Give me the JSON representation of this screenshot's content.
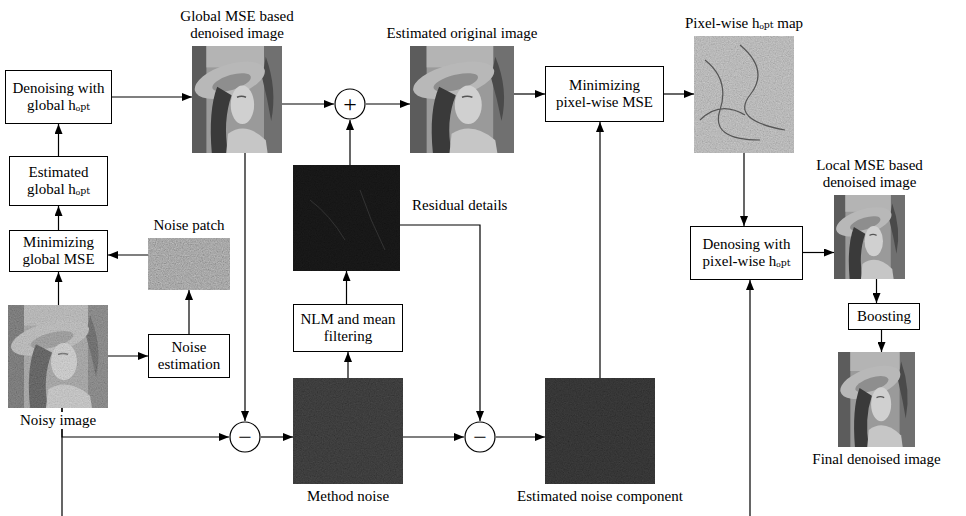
{
  "diagram": {
    "nodes": [
      {
        "text": [
          "Noisy image"
        ]
      },
      {
        "text": [
          "Noise estimation"
        ]
      },
      {
        "text": [
          "Noise patch"
        ]
      },
      {
        "text": [
          "Minimizing global MSE"
        ]
      },
      {
        "text": [
          "Estimated global hₒₚₜ"
        ]
      },
      {
        "text": [
          "Denoising with global hₒₚₜ"
        ]
      },
      {
        "text": [
          "Global MSE based denoised image"
        ]
      },
      {
        "text": [
          "+"
        ]
      },
      {
        "text": [
          "Estimated original image"
        ]
      },
      {
        "text": [
          "Residual details"
        ]
      },
      {
        "text": [
          "NLM and mean filtering"
        ]
      },
      {
        "text": [
          "−"
        ]
      },
      {
        "text": [
          "Method noise"
        ]
      },
      {
        "text": [
          "−"
        ]
      },
      {
        "text": [
          "Estimated noise component"
        ]
      },
      {
        "text": [
          "Minimizing pixel-wise MSE"
        ]
      },
      {
        "text": [
          "Pixel-wise hₒₚₜ map"
        ]
      },
      {
        "text": [
          "Denosing with pixel-wise hₒₚₜ"
        ]
      },
      {
        "text": [
          "Local MSE based denoised image"
        ]
      },
      {
        "text": [
          "Boosting"
        ]
      },
      {
        "text": [
          "Final denoised image"
        ]
      }
    ],
    "edges": [
      {
        "from": 0,
        "to": 3,
        "arrow": "to"
      },
      {
        "from": 0,
        "to": 1,
        "arrow": "to"
      },
      {
        "from": 1,
        "to": 2,
        "arrow": "to"
      },
      {
        "from": 2,
        "to": 3,
        "arrow": "to"
      },
      {
        "from": 3,
        "to": 4,
        "arrow": "to"
      },
      {
        "from": 4,
        "to": 5,
        "arrow": "to"
      },
      {
        "from": 5,
        "to": 6,
        "arrow": "to"
      },
      {
        "from": 6,
        "to": 7,
        "arrow": "to"
      },
      {
        "from": 6,
        "to": 11,
        "arrow": "to"
      },
      {
        "from": 0,
        "to": 11,
        "arrow": "to"
      },
      {
        "from": 11,
        "to": 12,
        "arrow": "to"
      },
      {
        "from": 12,
        "to": 10,
        "arrow": "to"
      },
      {
        "from": 10,
        "to": 9,
        "arrow": "to"
      },
      {
        "from": 9,
        "to": 7,
        "arrow": "to"
      },
      {
        "from": 7,
        "to": 8,
        "arrow": "to"
      },
      {
        "from": 9,
        "to": 13,
        "arrow": "to"
      },
      {
        "from": 12,
        "to": 13,
        "arrow": "to"
      },
      {
        "from": 13,
        "to": 14,
        "arrow": "to"
      },
      {
        "from": 8,
        "to": 15,
        "arrow": "to"
      },
      {
        "from": 14,
        "to": 15,
        "arrow": "to"
      },
      {
        "from": 15,
        "to": 16,
        "arrow": "to"
      },
      {
        "from": 16,
        "to": 17,
        "arrow": "to"
      },
      {
        "from": 0,
        "to": 17,
        "arrow": "to"
      },
      {
        "from": 17,
        "to": 18,
        "arrow": "to"
      },
      {
        "from": 18,
        "to": 19,
        "arrow": "to"
      },
      {
        "from": 19,
        "to": 20,
        "arrow": "to"
      }
    ]
  }
}
